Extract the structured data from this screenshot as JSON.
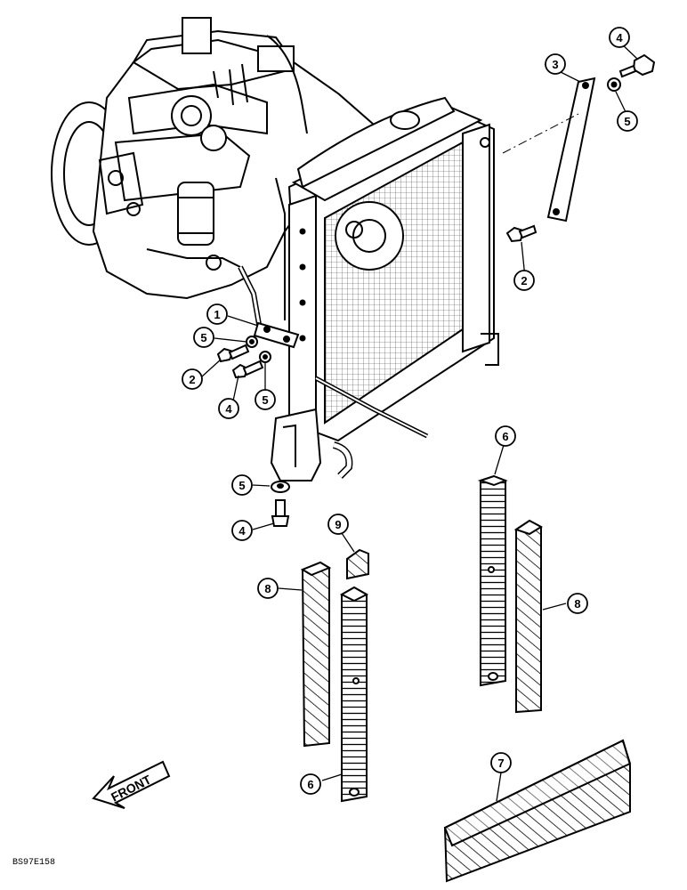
{
  "diagram": {
    "front_label": "FRONT",
    "reference_code": "BS97E158",
    "callouts": [
      {
        "id": "c1",
        "label": "1"
      },
      {
        "id": "c2a",
        "label": "2"
      },
      {
        "id": "c2b",
        "label": "2"
      },
      {
        "id": "c3",
        "label": "3"
      },
      {
        "id": "c4a",
        "label": "4"
      },
      {
        "id": "c4b",
        "label": "4"
      },
      {
        "id": "c4c",
        "label": "4"
      },
      {
        "id": "c5a",
        "label": "5"
      },
      {
        "id": "c5b",
        "label": "5"
      },
      {
        "id": "c5c",
        "label": "5"
      },
      {
        "id": "c5d",
        "label": "5"
      },
      {
        "id": "c6a",
        "label": "6"
      },
      {
        "id": "c6b",
        "label": "6"
      },
      {
        "id": "c7",
        "label": "7"
      },
      {
        "id": "c8a",
        "label": "8"
      },
      {
        "id": "c8b",
        "label": "8"
      },
      {
        "id": "c9",
        "label": "9"
      }
    ]
  }
}
